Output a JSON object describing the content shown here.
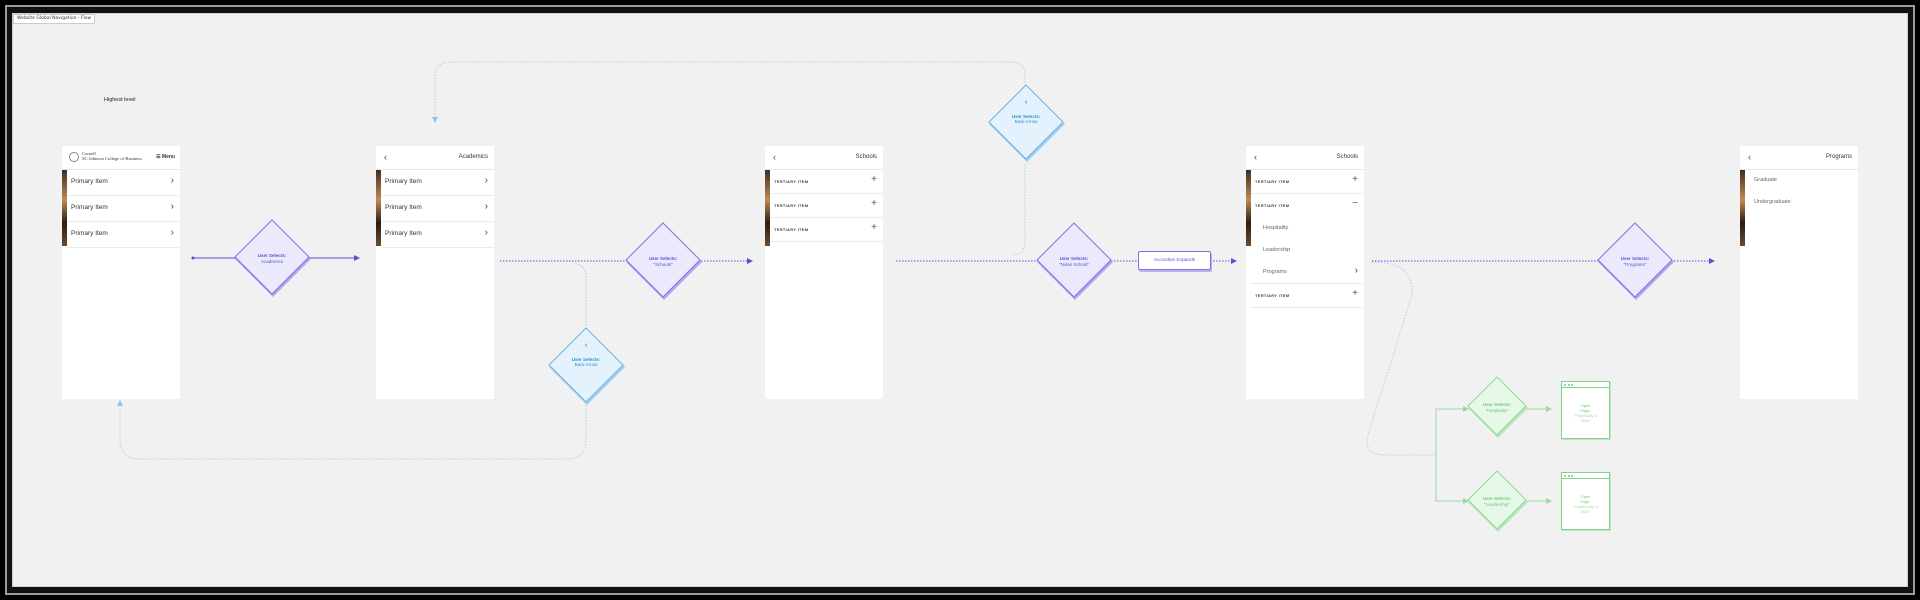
{
  "frame_title": "Website Global Navigation - Flow",
  "note": "Highest level",
  "screens": {
    "home": {
      "logo_line1": "Cornell",
      "logo_line2": "SC Johnson College of Business",
      "menu": "☰ Menu",
      "rows": [
        "Primary Item",
        "Primary Item",
        "Primary Item"
      ]
    },
    "academics": {
      "title": "Academics",
      "rows": [
        "Primary Item",
        "Primary Item",
        "Primary Item"
      ]
    },
    "schools1": {
      "title": "Schools",
      "rows": [
        "TERTIARY ITEM",
        "TERTIARY ITEM",
        "TERTIARY ITEM"
      ]
    },
    "schools2": {
      "title": "Schools",
      "row1": "TERTIARY ITEM",
      "row2": "TERTIARY ITEM",
      "subs": [
        "Hospitality",
        "Leadership",
        "Programs"
      ],
      "row3": "TERTIARY ITEM"
    },
    "programs": {
      "title": "Programs",
      "rows": [
        "Graduate",
        "Undergraduate"
      ]
    }
  },
  "decisions": {
    "d1": {
      "line1": "User Selects:",
      "line2": "Academics"
    },
    "d2": {
      "line1": "User Selects:",
      "line2": "\"Schools\""
    },
    "d3": {
      "line1": "User Selects:",
      "line2": "Back Arrow"
    },
    "d4": {
      "line1": "User Selects:",
      "line2": "Back Arrow"
    },
    "d5": {
      "line1": "User Selects:",
      "line2": "\"Nolan School\""
    },
    "d6": {
      "line1": "User Selects:",
      "line2": "\"Programs\""
    },
    "d7": {
      "line1": "User Selects:",
      "line2": "\"Hospitality\""
    },
    "d8": {
      "line1": "User Selects:",
      "line2": "\"Leadership\""
    }
  },
  "accordion": "Accordion Expands",
  "pages": {
    "p1": {
      "l1": "Open",
      "l2": "Page:",
      "l3": "\"Hospitality &",
      "l4": "Table\""
    },
    "p2": {
      "l1": "Open",
      "l2": "Page:",
      "l3": "\"Leadership &",
      "l4": "Table\""
    }
  },
  "colors": {
    "purple": "#5b4fd6",
    "blue": "#2b8fd0",
    "green": "#6fcb76"
  },
  "icons": {
    "back": "‹",
    "chevron": "›",
    "plus": "+",
    "minus": "−"
  }
}
